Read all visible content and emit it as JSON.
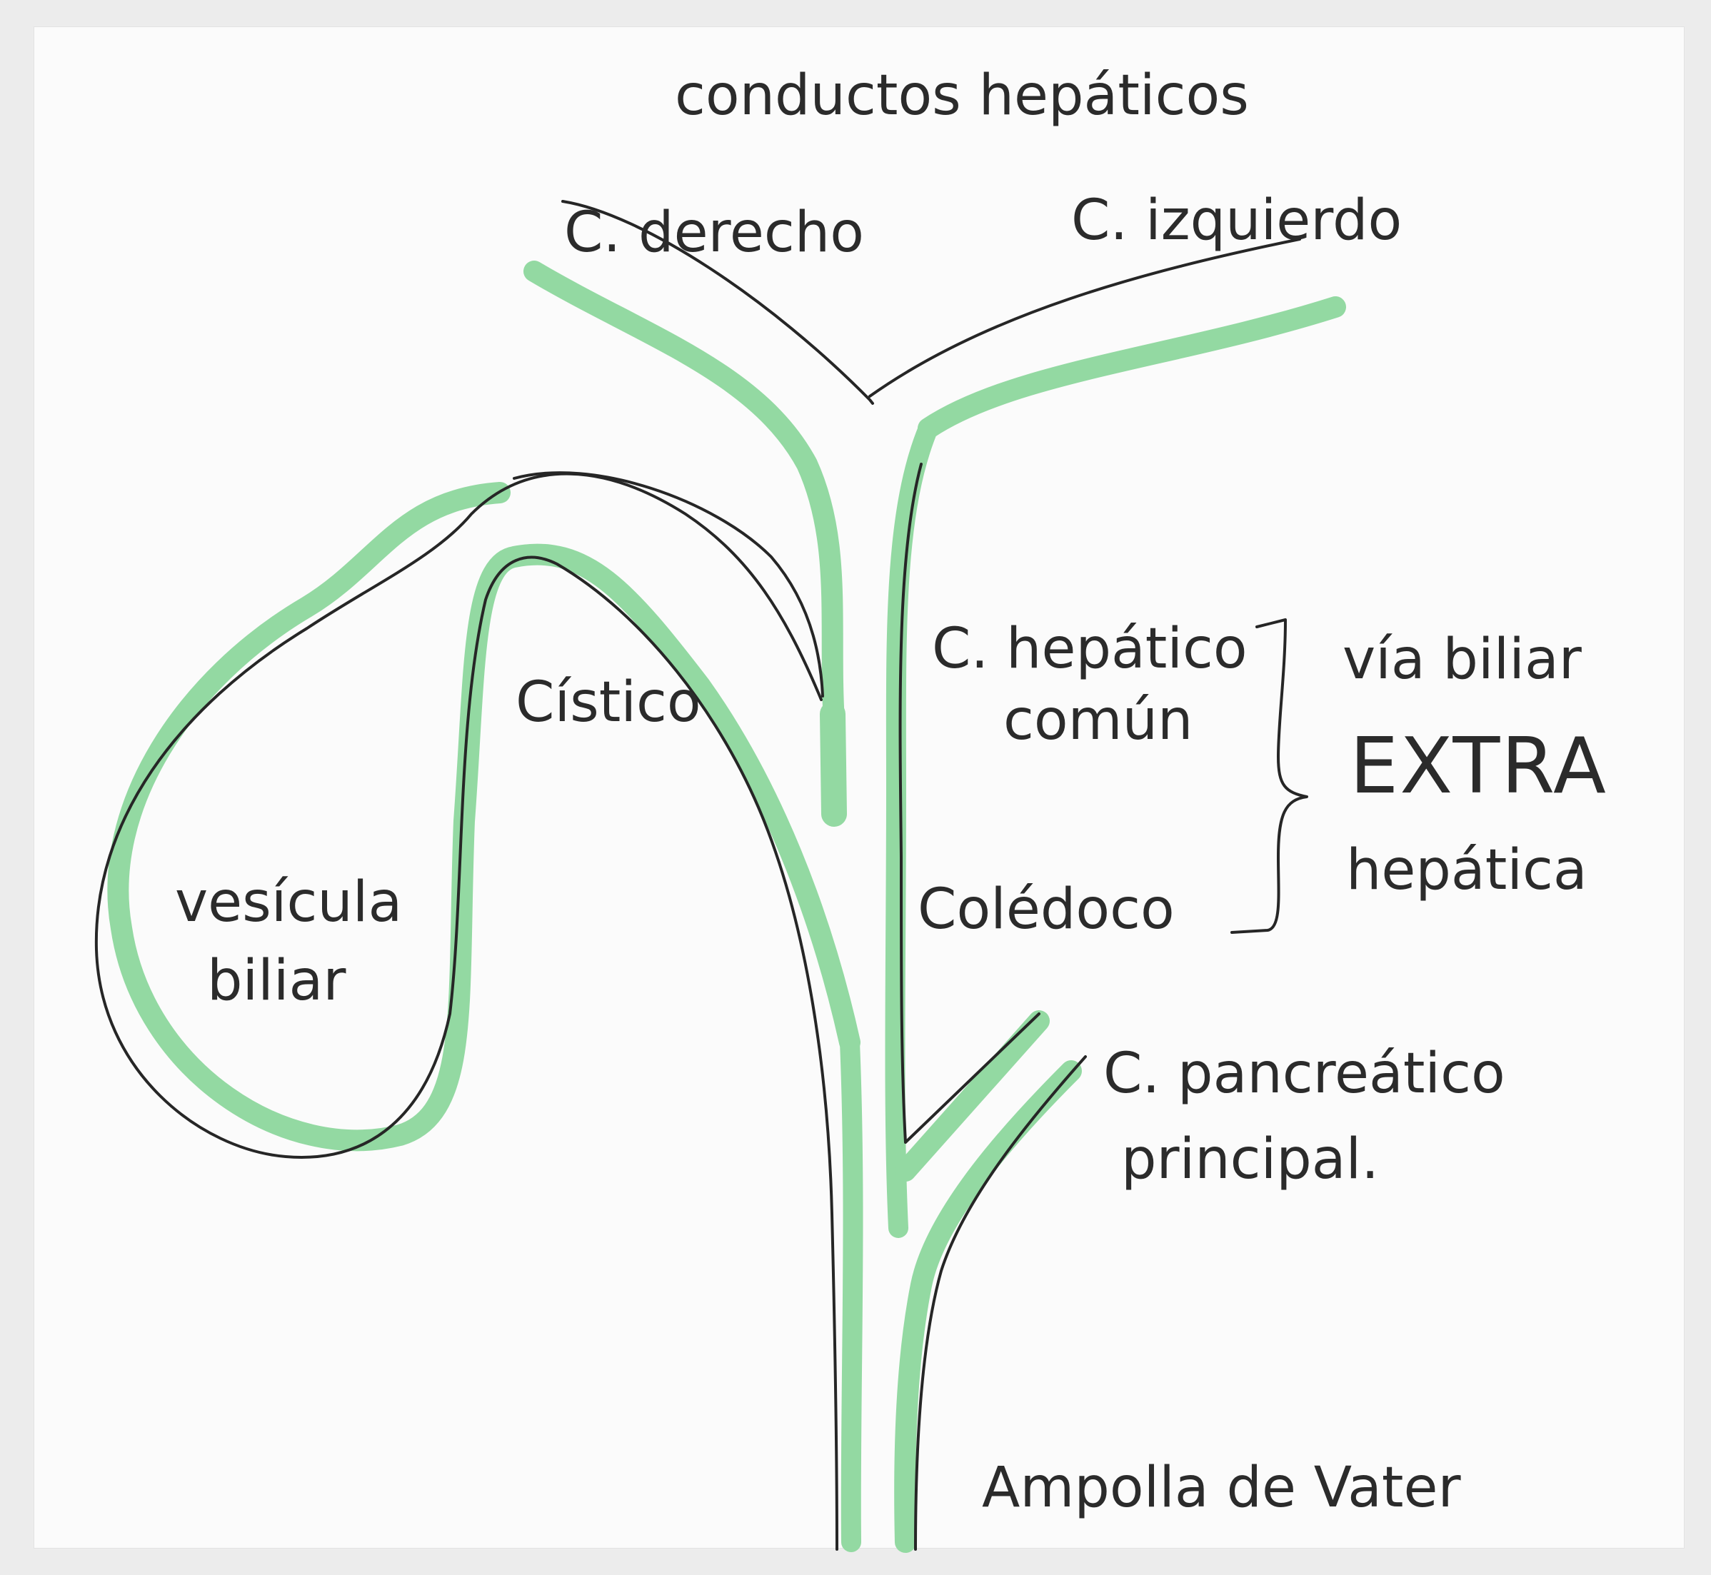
{
  "title": "conductos hepáticos",
  "labels": {
    "right_duct": "C. derecho",
    "left_duct": "C. izquierdo",
    "cystic": "Cístico",
    "gallbladder_line1": "vesícula",
    "gallbladder_line2": "biliar",
    "common_hepatic_line1": "C. hepático",
    "common_hepatic_line2": "común",
    "common_bile": "Colédoco",
    "pancreatic_line1": "C. pancreático",
    "pancreatic_line2": "principal.",
    "ampulla": "Ampolla de Vater"
  },
  "bracket_group": {
    "line1": "vía biliar",
    "line2": "EXTRA",
    "line3": "hepática"
  },
  "colors": {
    "duct_green": "#93d9a2",
    "ink": "#262626",
    "paper": "#fbfbfb"
  }
}
